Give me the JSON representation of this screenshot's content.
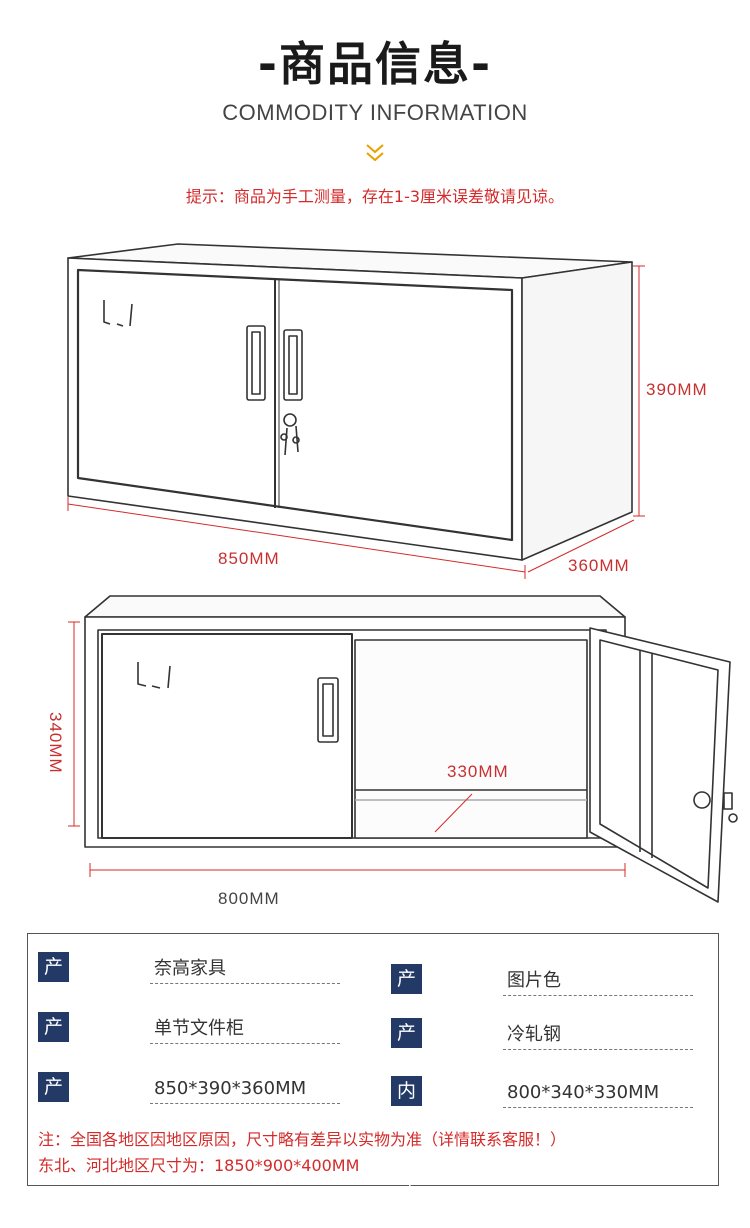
{
  "header": {
    "title": "-商品信息-",
    "subtitle": "COMMODITY INFORMATION",
    "notice": "提示：商品为手工测量，存在1-3厘米误差敬请见谅。",
    "accent_color": "#d42a2a",
    "chevron_color": "#e8a200"
  },
  "dimensions": {
    "top_height": "390MM",
    "top_width": "850MM",
    "top_depth": "360MM",
    "bottom_height": "340MM",
    "bottom_depth": "330MM",
    "bottom_width": "800MM"
  },
  "specs": {
    "brand_label": "产品品牌",
    "brand_value": "奈高家具",
    "color_label": "产品颜色",
    "color_value": "图片色",
    "name_label": "产品名称",
    "name_value": "单节文件柜",
    "material_label": "产品材质",
    "material_value": "冷轧钢",
    "size_label": "产品尺寸",
    "size_value": "850*390*360MM",
    "inner_label": "内部尺寸",
    "inner_value": "800*340*330MM"
  },
  "notes": {
    "line1": "注：全国各地区因地区原因，尺寸略有差异以实物为准（详情联系客服！）",
    "line2": "东北、河北地区尺寸为：1850*900*400MM"
  }
}
